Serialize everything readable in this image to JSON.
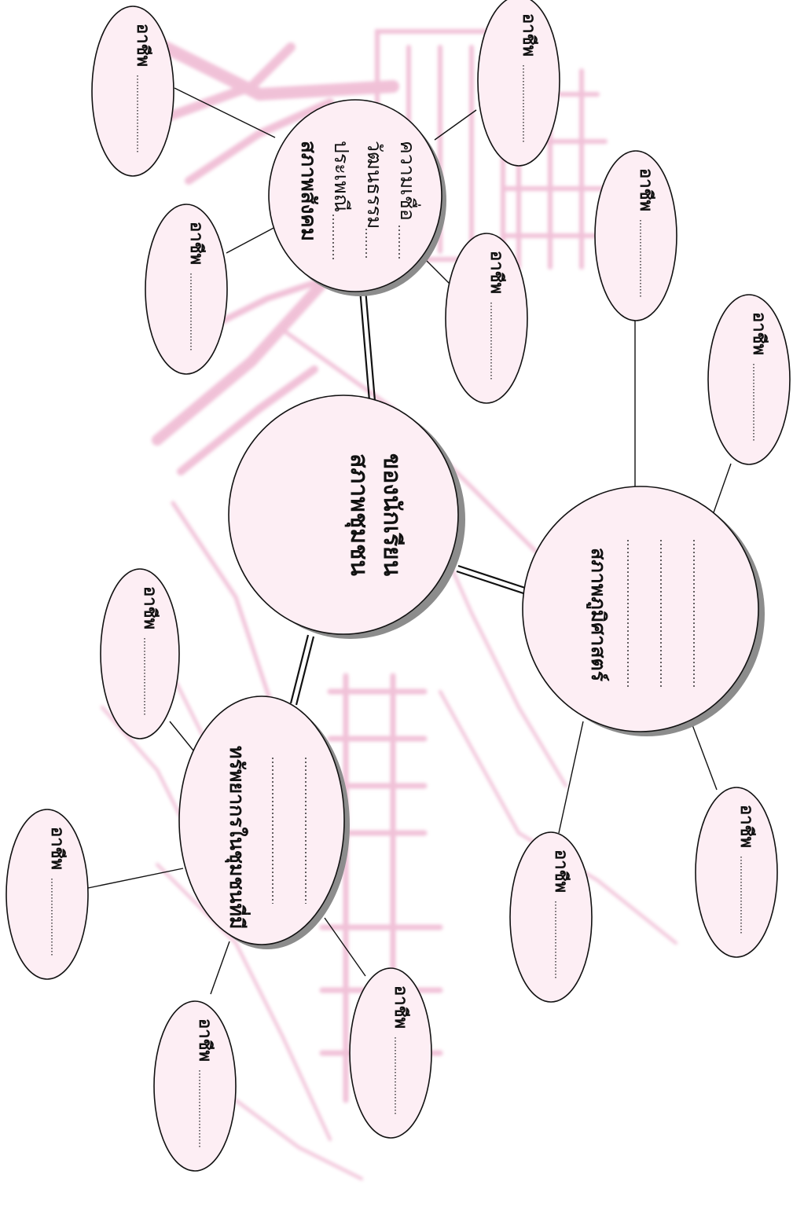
{
  "colors": {
    "background_sketch": "#e58fb8",
    "bubble_fill": "#fdeef4",
    "outline": "#111111",
    "shadow": "#8c8c8c"
  },
  "center": {
    "line1": "สภาพชุมชน",
    "line2": "ของนักเรียน"
  },
  "social": {
    "title": "สภาพสังคม",
    "lines": [
      "ประเพณี",
      "วัฒนธรรม",
      "ความเชื่อ"
    ],
    "job_label": "อาชีพ"
  },
  "resources": {
    "title": "ทรัพยากรในชุมชนที่มี",
    "job_label": "อาชีพ"
  },
  "geography": {
    "title": "สภาพภูมิศาสตร์",
    "job_label": "อาชีพ"
  }
}
